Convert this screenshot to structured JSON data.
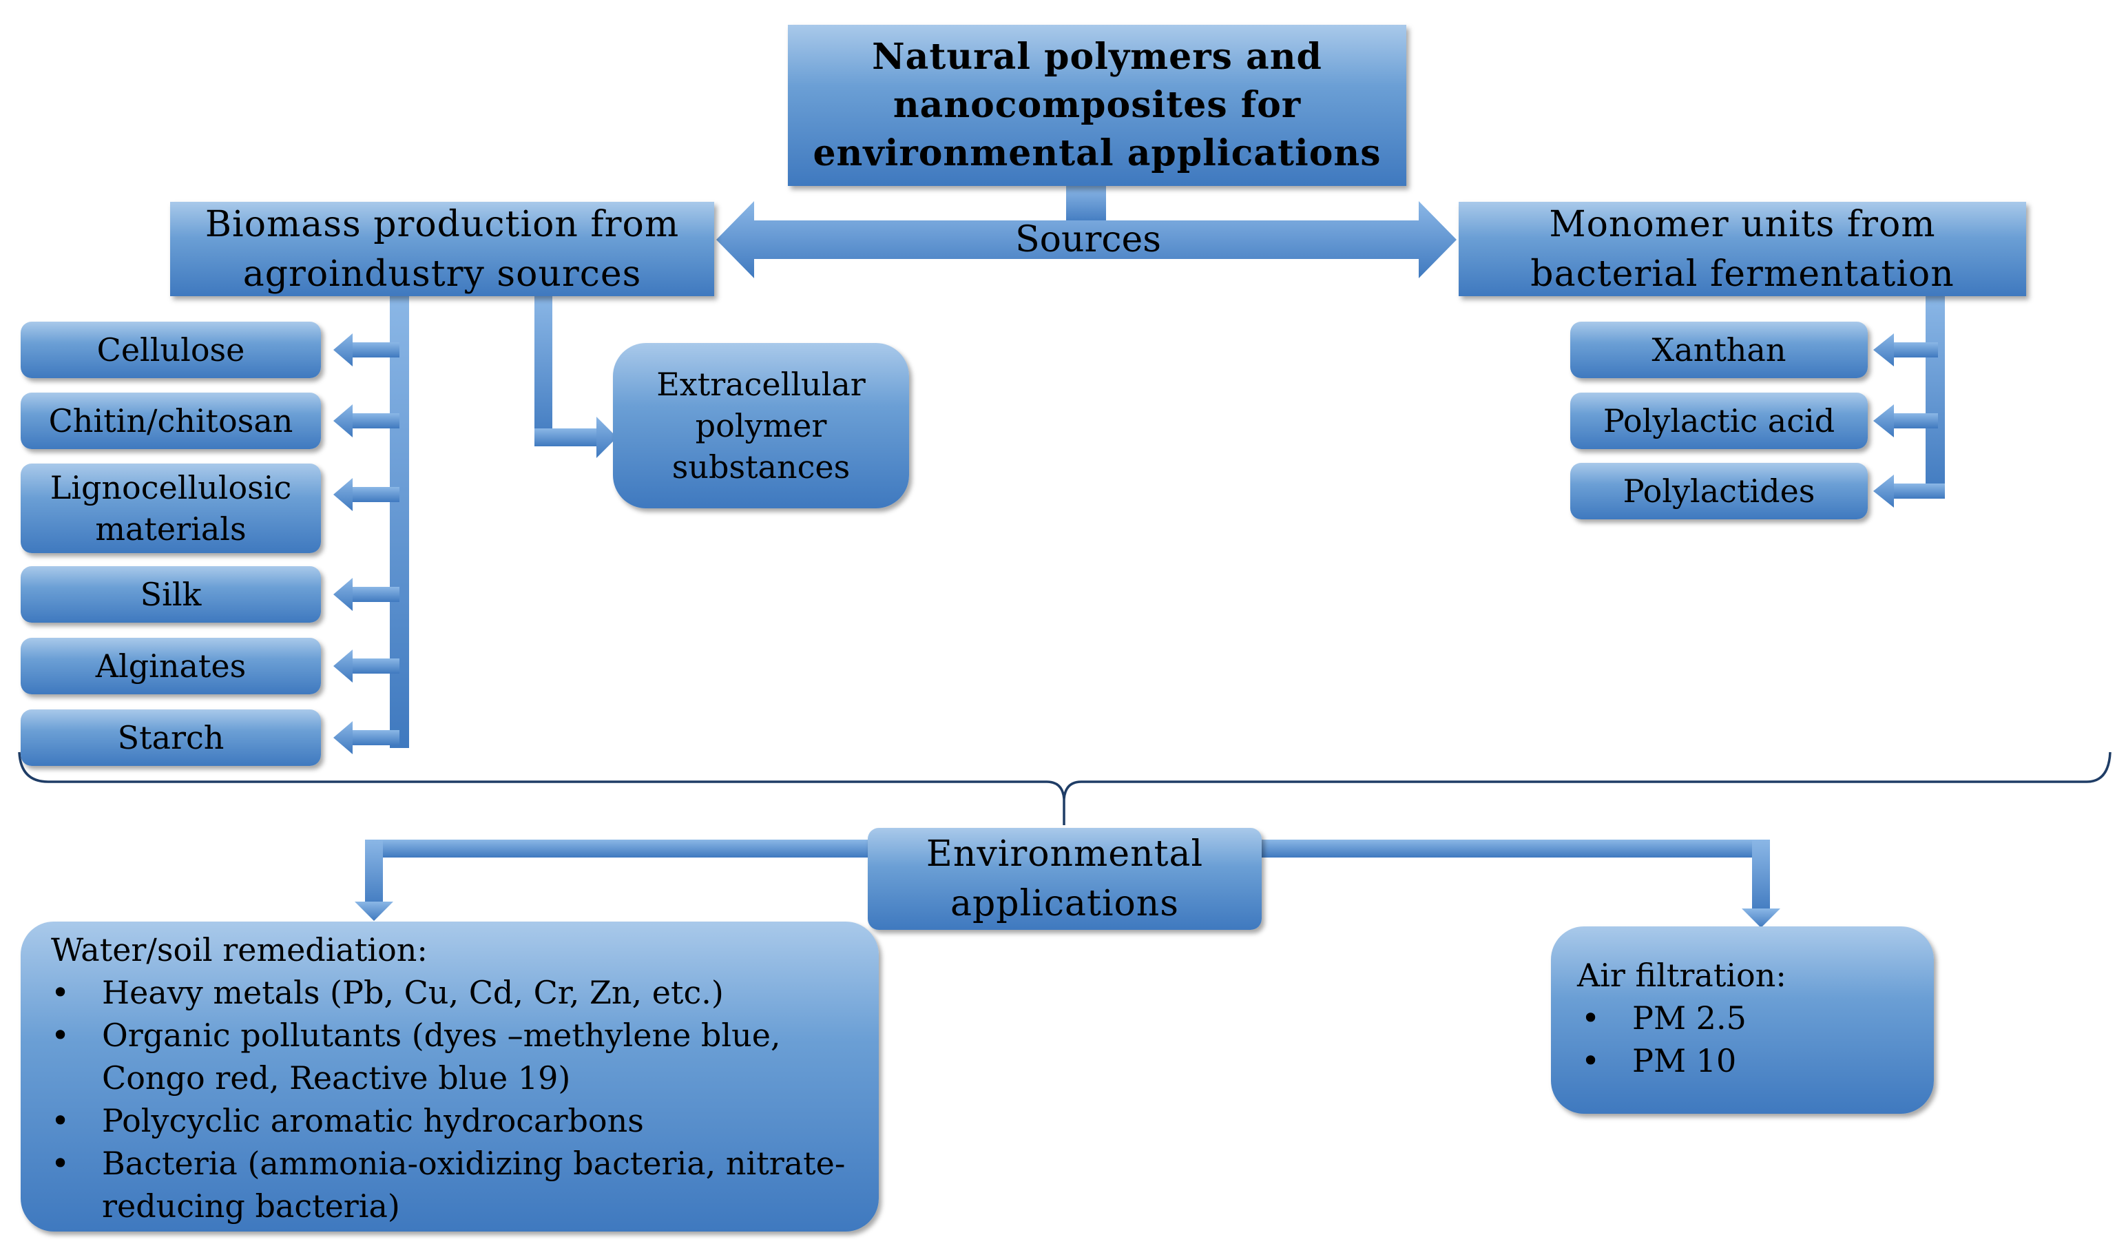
{
  "title": [
    "Natural polymers and",
    "nanocomposites for",
    "environmental applications"
  ],
  "sources_label": "Sources",
  "left_source": [
    "Biomass production from",
    "agroindustry  sources"
  ],
  "right_source": [
    "Monomer units from",
    "bacterial fermentation"
  ],
  "left_items": [
    [
      "Cellulose"
    ],
    [
      "Chitin/chitosan"
    ],
    [
      "Lignocellulosic",
      "materials"
    ],
    [
      "Silk"
    ],
    [
      "Alginates"
    ],
    [
      "Starch"
    ]
  ],
  "extracellular": [
    "Extracellular",
    "polymer",
    "substances"
  ],
  "right_items": [
    "Xanthan",
    "Polylactic acid",
    "Polylactides"
  ],
  "env_applications": [
    "Environmental",
    "applications"
  ],
  "water_soil": {
    "title": "Water/soil remediation:",
    "bullets": [
      [
        "Heavy metals (Pb, Cu, Cd, Cr, Zn, etc.)"
      ],
      [
        "Organic pollutants (dyes –methylene blue,",
        "Congo red, Reactive blue 19)"
      ],
      [
        "Polycyclic aromatic hydrocarbons"
      ],
      [
        "Bacteria (ammonia-oxidizing bacteria, nitrate-",
        "reducing bacteria)"
      ]
    ]
  },
  "air": {
    "title": "Air filtration:",
    "bullets": [
      [
        "PM 2.5"
      ],
      [
        "PM 10"
      ]
    ]
  },
  "colors": {
    "box_top": "#a9c9ea",
    "box_bottom": "#3f79bf",
    "arrow": "#5b93d1",
    "bracket": "#1f3d66"
  }
}
